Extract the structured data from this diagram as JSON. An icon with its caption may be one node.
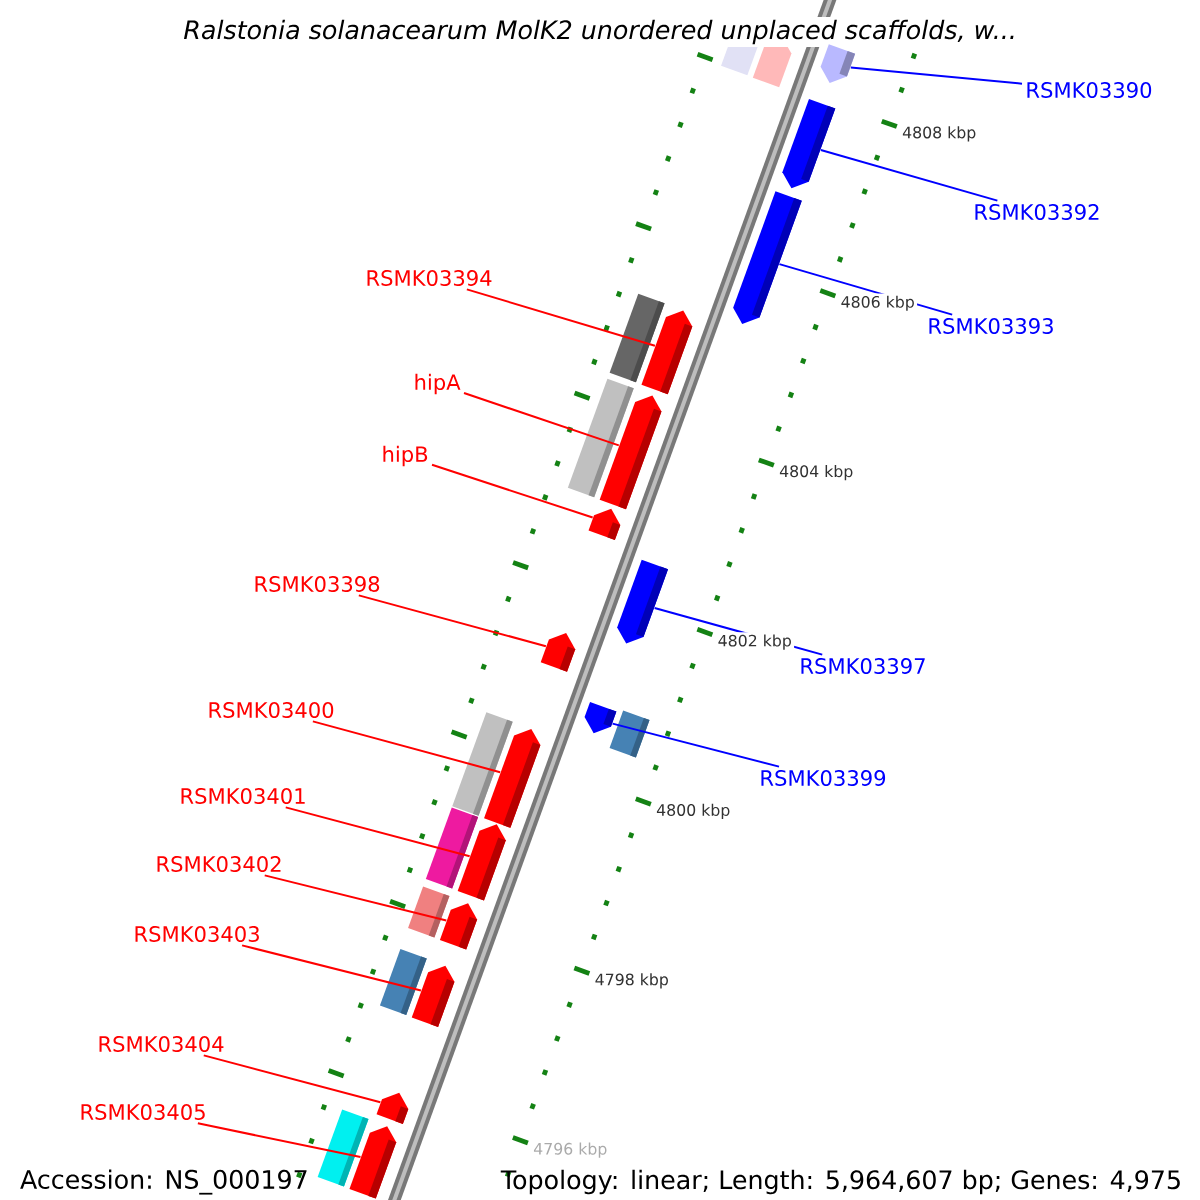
{
  "diagram": {
    "title": "Ralstonia solanacearum MolK2 unordered unplaced scaffolds, w...",
    "nodes": [
      {
        "text": [
          "RSMK03390"
        ]
      },
      {
        "text": [
          "RSMK03392"
        ]
      },
      {
        "text": [
          "RSMK03394"
        ]
      },
      {
        "text": [
          "RSMK03393"
        ]
      },
      {
        "text": [
          "hipA"
        ]
      },
      {
        "text": [
          "hipB"
        ]
      },
      {
        "text": [
          "RSMK03398"
        ]
      },
      {
        "text": [
          "RSMK03397"
        ]
      },
      {
        "text": [
          "RSMK03400"
        ]
      },
      {
        "text": [
          "RSMK03399"
        ]
      },
      {
        "text": [
          "RSMK03401"
        ]
      },
      {
        "text": [
          "RSMK03402"
        ]
      },
      {
        "text": [
          "RSMK03403"
        ]
      },
      {
        "text": [
          "RSMK03404"
        ]
      },
      {
        "text": [
          "RSMK03405"
        ]
      },
      {
        "text": [],
        "shape": "pentagon"
      },
      {
        "text": [],
        "shape": "pentagon"
      },
      {
        "text": [],
        "shape": "pentagon"
      },
      {
        "text": [],
        "shape": "pentagon"
      },
      {
        "text": [],
        "shape": "pentagon"
      },
      {
        "text": [],
        "shape": "pentagon"
      },
      {
        "text": [],
        "shape": "pentagon"
      },
      {
        "text": [],
        "shape": "pentagon"
      },
      {
        "text": [],
        "shape": "pentagon"
      },
      {
        "text": [],
        "shape": "pentagon"
      },
      {
        "text": [],
        "shape": "pentagon"
      },
      {
        "text": [],
        "shape": "pentagon"
      },
      {
        "text": [],
        "shape": "pentagon"
      },
      {
        "text": [],
        "shape": "pentagon"
      },
      {
        "text": [],
        "shape": "pentagon"
      }
    ],
    "edges": [
      {
        "from": 0,
        "to": 15,
        "arrow": "none",
        "color": "#0000ff"
      },
      {
        "from": 1,
        "to": 16,
        "arrow": "none",
        "color": "#0000ff"
      },
      {
        "from": 2,
        "to": 17,
        "arrow": "none"
      },
      {
        "from": 3,
        "to": 18,
        "arrow": "none",
        "color": "#0000ff"
      },
      {
        "from": 4,
        "to": 19,
        "arrow": "none"
      },
      {
        "from": 5,
        "to": 20,
        "arrow": "none"
      },
      {
        "from": 6,
        "to": 21,
        "arrow": "none"
      },
      {
        "from": 7,
        "to": 22,
        "arrow": "none",
        "color": "#0000ff"
      },
      {
        "from": 8,
        "to": 23,
        "arrow": "none"
      },
      {
        "from": 9,
        "to": 24,
        "arrow": "none",
        "color": "#0000ff"
      },
      {
        "from": 10,
        "to": 25,
        "arrow": "none"
      },
      {
        "from": 11,
        "to": 26,
        "arrow": "none"
      },
      {
        "from": 12,
        "to": 27,
        "arrow": "none"
      },
      {
        "from": 13,
        "to": 28,
        "arrow": "none"
      },
      {
        "from": 14,
        "to": 29,
        "arrow": "none"
      }
    ],
    "labels": [
      "4808 kbp",
      "4806 kbp",
      "4804 kbp",
      "4802 kbp",
      "4800 kbp",
      "4798 kbp",
      "4796 kbp",
      "Accession: NS_000197",
      "Topology: linear; Length: 5,964,607 bp; Genes: 4,975"
    ]
  }
}
